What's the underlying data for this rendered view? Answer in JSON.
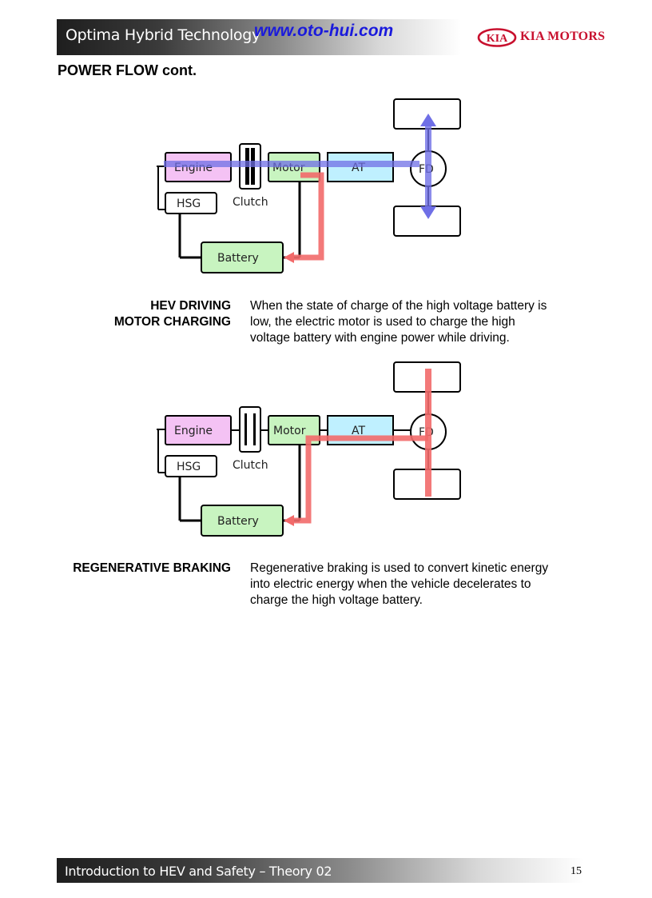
{
  "header": {
    "title": "Optima Hybrid Technology",
    "url": "www.oto-hui.com",
    "logo_emblem": "KIA",
    "logo_text": "KIA MOTORS",
    "brand_color": "#c8102e"
  },
  "page_title": "POWER FLOW cont.",
  "diagram_labels": {
    "engine": "Engine",
    "hsg": "HSG",
    "clutch": "Clutch",
    "motor": "Motor",
    "at": "AT",
    "fd": "FD",
    "battery": "Battery"
  },
  "sections": [
    {
      "label_line1": "HEV DRIVING",
      "label_line2": "MOTOR CHARGING",
      "description_lines": [
        "When the state of charge of the high voltage battery is",
        "low, the electric motor is used to charge the high",
        "voltage battery with engine power while driving."
      ],
      "flow_colors": {
        "mechanical": "#6f6fe6",
        "electrical": "#f26a6a"
      }
    },
    {
      "label_line1": "REGENERATIVE BRAKING",
      "description_lines": [
        "Regenerative braking is used to convert kinetic energy",
        "into electric energy when the vehicle decelerates to",
        "charge the high voltage battery."
      ],
      "flow_colors": {
        "electrical": "#f26a6a"
      }
    }
  ],
  "colors": {
    "engine_fill": "#f4c2f4",
    "motor_fill": "#c8f4c0",
    "at_fill": "#bff0ff",
    "battery_fill": "#c8f4c0"
  },
  "footer": {
    "text": "Introduction to HEV and Safety – Theory 02",
    "page_number": "15"
  }
}
